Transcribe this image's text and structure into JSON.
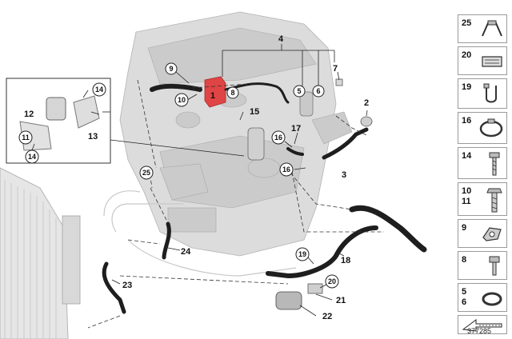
{
  "callouts": {
    "c1": "1",
    "c2": "2",
    "c3": "3",
    "c4": "4",
    "c5": "5",
    "c6": "6",
    "c7": "7",
    "c8": "8",
    "c9": "9",
    "c10": "10",
    "c11": "11",
    "c12": "12",
    "c13": "13",
    "c14a": "14",
    "c14b": "14",
    "c15": "15",
    "c16a": "16",
    "c16b": "16",
    "c17": "17",
    "c18": "18",
    "c19": "19",
    "c20": "20",
    "c21": "21",
    "c22": "22",
    "c23": "23",
    "c24": "24",
    "c25": "25"
  },
  "legend": [
    {
      "num": "25",
      "num2": "",
      "icon": "clip-icon"
    },
    {
      "num": "20",
      "num2": "",
      "icon": "spring-clip-icon"
    },
    {
      "num": "19",
      "num2": "",
      "icon": "bracket-clip-icon"
    },
    {
      "num": "16",
      "num2": "",
      "icon": "hose-clamp-icon"
    },
    {
      "num": "14",
      "num2": "",
      "icon": "screw-icon"
    },
    {
      "num": "10",
      "num2": "11",
      "icon": "bolt-icon"
    },
    {
      "num": "9",
      "num2": "",
      "icon": "nut-icon"
    },
    {
      "num": "8",
      "num2": "",
      "icon": "small-bolt-icon"
    },
    {
      "num": "5",
      "num2": "6",
      "icon": "seal-ring-icon"
    },
    {
      "num": "",
      "num2": "",
      "icon": "flow-arrow-icon"
    }
  ],
  "reference": "377285",
  "colors": {
    "highlight": "#e04545",
    "hose": "#1e1e1e",
    "engine": "#dcdcdc"
  }
}
